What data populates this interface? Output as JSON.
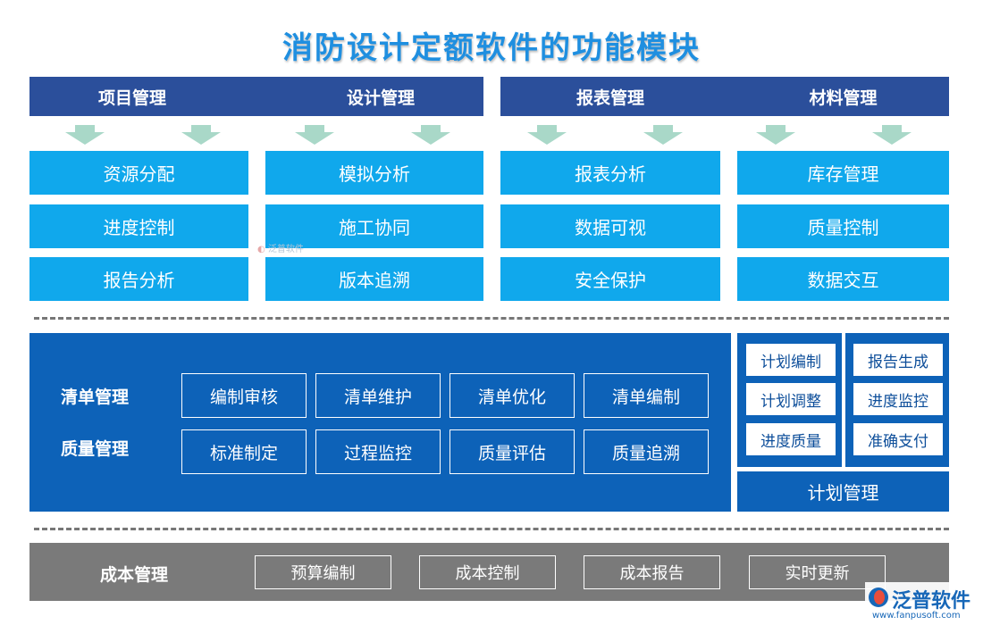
{
  "title": "消防设计定额软件的功能模块",
  "top_headers": [
    "项目管理",
    "设计管理",
    "报表管理",
    "材料管理"
  ],
  "grid": [
    [
      "资源分配",
      "模拟分析",
      "报表分析",
      "库存管理"
    ],
    [
      "进度控制",
      "施工协同",
      "数据可视",
      "质量控制"
    ],
    [
      "报告分析",
      "版本追溯",
      "安全保护",
      "数据交互"
    ]
  ],
  "middle": {
    "labels": [
      "清单管理",
      "质量管理"
    ],
    "row1": [
      "编制审核",
      "清单维护",
      "清单优化",
      "清单编制"
    ],
    "row2": [
      "标准制定",
      "过程监控",
      "质量评估",
      "质量追溯"
    ]
  },
  "right": {
    "left_col": [
      "计划编制",
      "计划调整",
      "进度质量"
    ],
    "right_col": [
      "报告生成",
      "进度监控",
      "准确支付"
    ],
    "footer": "计划管理"
  },
  "bottom": {
    "label": "成本管理",
    "items": [
      "预算编制",
      "成本控制",
      "成本报告",
      "实时更新"
    ]
  },
  "watermark": "泛普软件",
  "logo": {
    "text": "泛普软件",
    "url": "www.fanpusoft.com",
    "color": "#1767b8"
  },
  "colors": {
    "header": "#2b4f9b",
    "cell": "#10a8ec",
    "panel": "#0d62b8",
    "gray": "#7a7a7a",
    "arrow": "#a9d8c8"
  }
}
